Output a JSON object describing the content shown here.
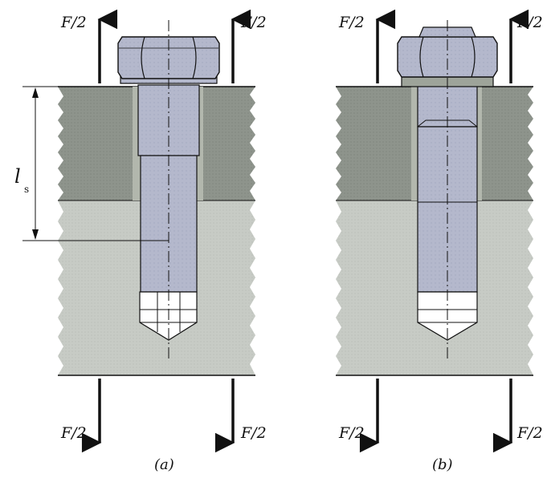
{
  "figure": {
    "colors": {
      "clamped_plate": "#8e948c",
      "clamped_plate_edge": "#7f857d",
      "base_member": "#c7cbc5",
      "bolt": "#b4b8cc",
      "bolt_shade": "#a3a8c0",
      "outline": "#111111",
      "background": "#ffffff"
    },
    "panel_a": {
      "caption": "(a)",
      "force_top_left": "F/2",
      "force_top_right": "F/2",
      "force_bottom_left": "F/2",
      "force_bottom_right": "F/2",
      "dimension_label": "l",
      "dimension_subscript": "s"
    },
    "panel_b": {
      "caption": "(b)",
      "force_top_left": "F/2",
      "force_top_right": "F/2",
      "force_bottom_left": "F/2",
      "force_bottom_right": "F/2"
    },
    "icons": [
      "force-arrow-up-icon",
      "force-arrow-down-icon",
      "centerline-icon"
    ]
  }
}
